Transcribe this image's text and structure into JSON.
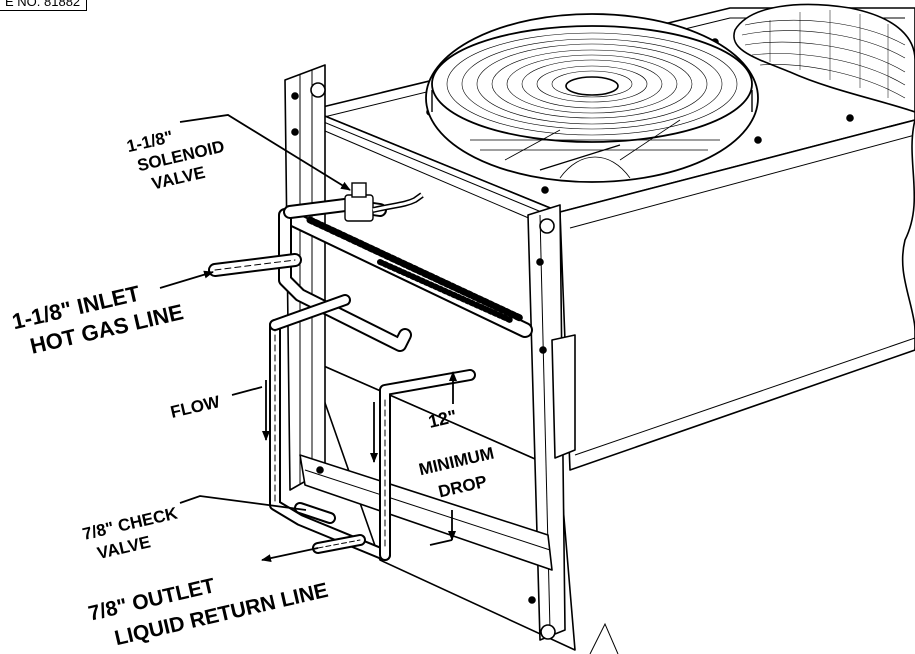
{
  "drawing": {
    "ref_number": "E NO. 81882"
  },
  "callouts": {
    "solenoid_valve": [
      "1-1/8\"",
      "SOLENOID",
      "VALVE"
    ],
    "inlet_hot_gas": [
      "1-1/8\" INLET",
      "HOT GAS LINE"
    ],
    "flow": "FLOW",
    "minimum_drop": [
      "12\"",
      "MINIMUM",
      "DROP"
    ],
    "check_valve": [
      "7/8\" CHECK",
      "VALVE"
    ],
    "outlet_liquid_return": [
      "7/8\" OUTLET",
      "LIQUID RETURN LINE"
    ]
  }
}
